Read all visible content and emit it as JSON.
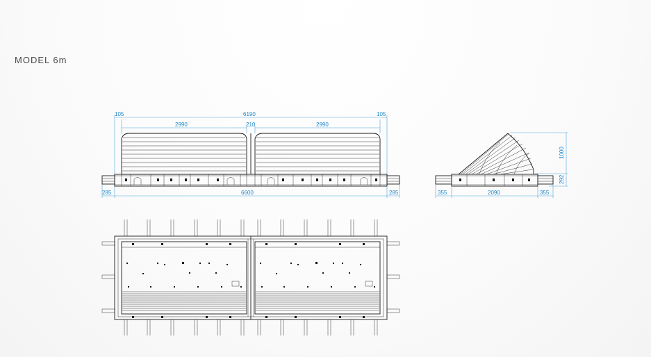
{
  "page": {
    "title": "MODEL 6m"
  },
  "side_view": {
    "dims": {
      "end_left": "105",
      "overall_top": "6190",
      "end_right": "105",
      "panel_left": "2990",
      "gap": "210",
      "panel_right": "2990",
      "base_left": "285",
      "overall_bottom": "6600",
      "base_right": "285"
    }
  },
  "end_view": {
    "dims": {
      "height": "1000",
      "base_height": "292",
      "left": "355",
      "width": "2090",
      "right": "355"
    }
  },
  "colors": {
    "dimension": "#1e86c8",
    "ink": "#1a1a1a"
  }
}
